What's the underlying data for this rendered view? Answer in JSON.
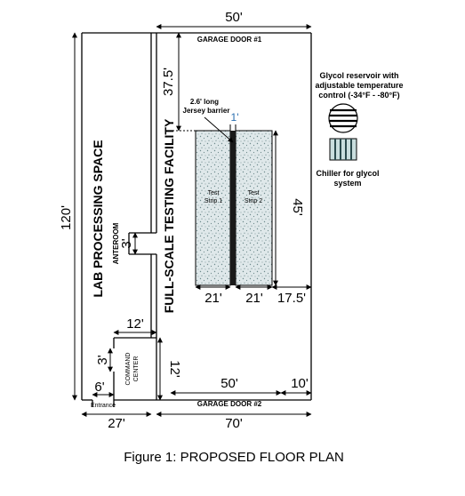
{
  "caption": "Figure 1: PROPOSED FLOOR PLAN",
  "rooms": {
    "lab": "LAB PROCESSING SPACE",
    "anteroom": "ANTEROOM",
    "testing": "FULL-SCALE TESTING FACILITY",
    "command_line1": "COMMAND",
    "command_line2": "CENTER",
    "entrance": "Entrance"
  },
  "doors": {
    "top": "GARAGE DOOR #1",
    "bottom": "GARAGE DOOR #2"
  },
  "strips": {
    "strip1_line1": "Test",
    "strip1_line2": "Strip 1",
    "strip2_line1": "Test",
    "strip2_line2": "Strip 2"
  },
  "barrier": {
    "line1": "2.6' long",
    "line2": "Jersey barrier",
    "width": "1'"
  },
  "equipment": {
    "reservoir_line1": "Glycol reservoir with",
    "reservoir_line2": "adjustable temperature",
    "reservoir_line3": "control (-34°F - -80°F)",
    "chiller_line1": "Chiller for glycol",
    "chiller_line2": "system"
  },
  "dimensions": {
    "top_width": "50'",
    "total_height": "120'",
    "top_gap": "37.5'",
    "strip_height": "45'",
    "strip1_width": "21'",
    "strip2_width": "21'",
    "right_gap": "17.5'",
    "anteroom": "3'",
    "command_width": "12'",
    "command_height": "12'",
    "command_door": "3'",
    "entrance": "6'",
    "door2_width": "50'",
    "door2_right": "10'",
    "bottom_left": "27'",
    "bottom_right": "70'"
  }
}
